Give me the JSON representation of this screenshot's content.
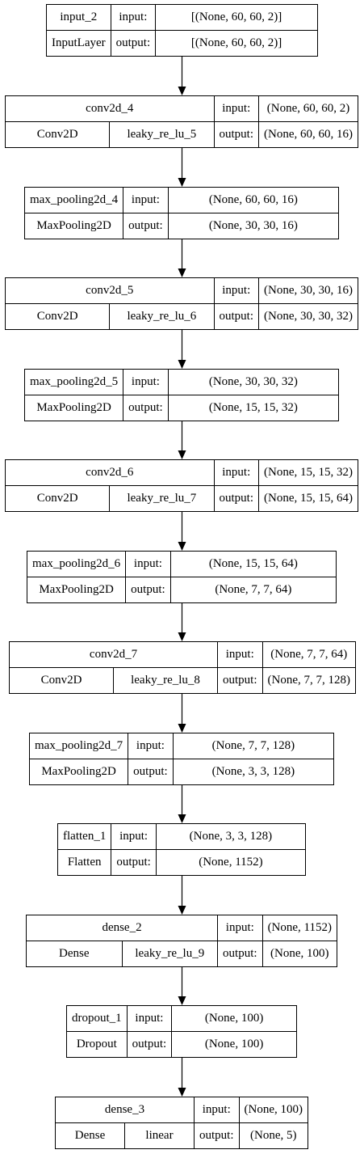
{
  "layers": [
    {
      "name": "input_2",
      "type": "InputLayer",
      "in_label": "input:",
      "out_label": "output:",
      "input": "[(None, 60, 60, 2)]",
      "output": "[(None, 60, 60, 2)]"
    },
    {
      "name": "conv2d_4",
      "type": "Conv2D",
      "activation": "leaky_re_lu_5",
      "in_label": "input:",
      "out_label": "output:",
      "input": "(None, 60, 60, 2)",
      "output": "(None, 60, 60, 16)"
    },
    {
      "name": "max_pooling2d_4",
      "type": "MaxPooling2D",
      "in_label": "input:",
      "out_label": "output:",
      "input": "(None, 60, 60, 16)",
      "output": "(None, 30, 30, 16)"
    },
    {
      "name": "conv2d_5",
      "type": "Conv2D",
      "activation": "leaky_re_lu_6",
      "in_label": "input:",
      "out_label": "output:",
      "input": "(None, 30, 30, 16)",
      "output": "(None, 30, 30, 32)"
    },
    {
      "name": "max_pooling2d_5",
      "type": "MaxPooling2D",
      "in_label": "input:",
      "out_label": "output:",
      "input": "(None, 30, 30, 32)",
      "output": "(None, 15, 15, 32)"
    },
    {
      "name": "conv2d_6",
      "type": "Conv2D",
      "activation": "leaky_re_lu_7",
      "in_label": "input:",
      "out_label": "output:",
      "input": "(None, 15, 15, 32)",
      "output": "(None, 15, 15, 64)"
    },
    {
      "name": "max_pooling2d_6",
      "type": "MaxPooling2D",
      "in_label": "input:",
      "out_label": "output:",
      "input": "(None, 15, 15, 64)",
      "output": "(None, 7, 7, 64)"
    },
    {
      "name": "conv2d_7",
      "type": "Conv2D",
      "activation": "leaky_re_lu_8",
      "in_label": "input:",
      "out_label": "output:",
      "input": "(None, 7, 7, 64)",
      "output": "(None, 7, 7, 128)"
    },
    {
      "name": "max_pooling2d_7",
      "type": "MaxPooling2D",
      "in_label": "input:",
      "out_label": "output:",
      "input": "(None, 7, 7, 128)",
      "output": "(None, 3, 3, 128)"
    },
    {
      "name": "flatten_1",
      "type": "Flatten",
      "in_label": "input:",
      "out_label": "output:",
      "input": "(None, 3, 3, 128)",
      "output": "(None, 1152)"
    },
    {
      "name": "dense_2",
      "type": "Dense",
      "activation": "leaky_re_lu_9",
      "in_label": "input:",
      "out_label": "output:",
      "input": "(None, 1152)",
      "output": "(None, 100)"
    },
    {
      "name": "dropout_1",
      "type": "Dropout",
      "in_label": "input:",
      "out_label": "output:",
      "input": "(None, 100)",
      "output": "(None, 100)"
    },
    {
      "name": "dense_3",
      "type": "Dense",
      "activation": "linear",
      "in_label": "input:",
      "out_label": "output:",
      "input": "(None, 100)",
      "output": "(None, 5)"
    }
  ]
}
